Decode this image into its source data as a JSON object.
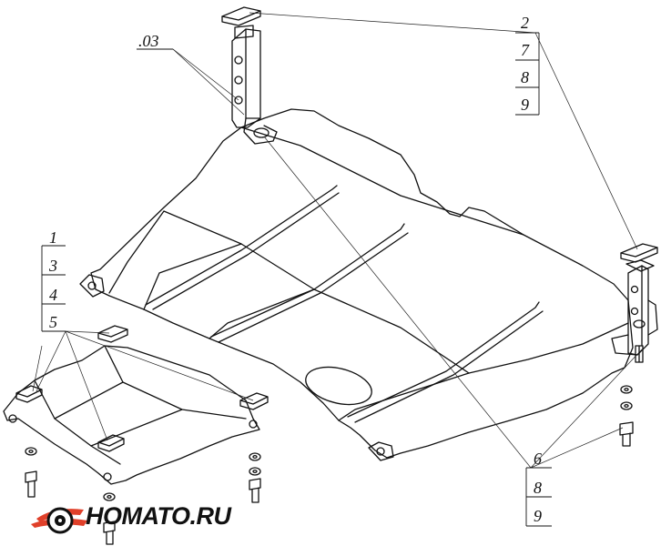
{
  "callouts": {
    "top_right": [
      "2",
      "7",
      "8",
      "9"
    ],
    "left": [
      "1",
      "3",
      "4",
      "5"
    ],
    "bottom_right": [
      "6",
      "8",
      "9"
    ],
    "top_left_ref": ".03"
  },
  "brand": {
    "logo_icon": "homato-car-emblem",
    "text": "HOMATO.RU",
    "accent_color": "#e0402a"
  }
}
